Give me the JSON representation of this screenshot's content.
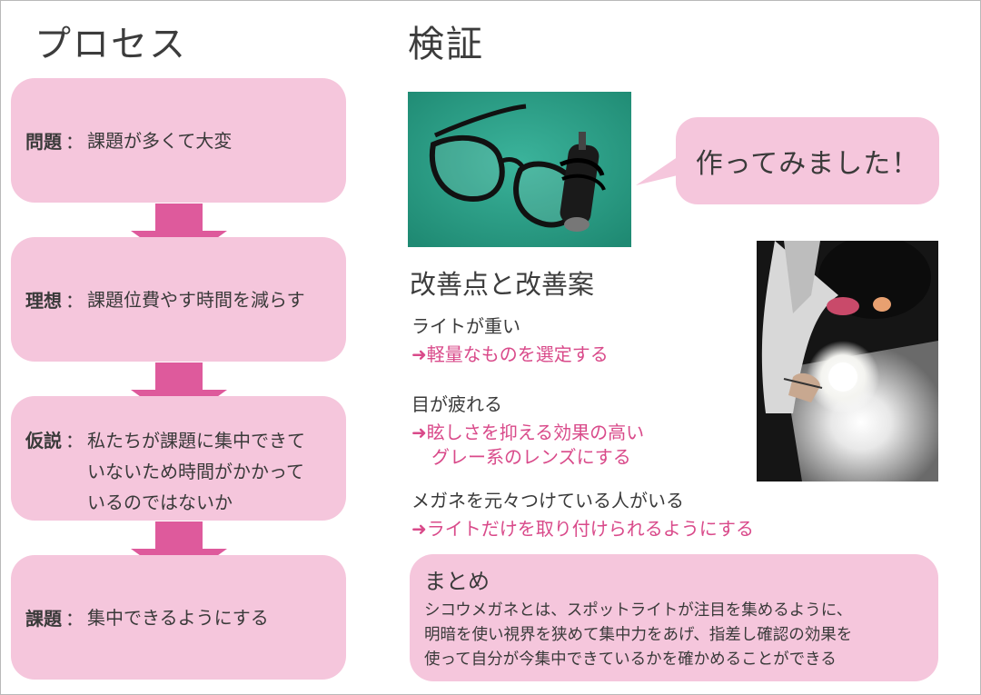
{
  "process": {
    "heading": "プロセス",
    "steps": [
      {
        "label": "問題",
        "colon": "：",
        "text": "課題が多くて大変"
      },
      {
        "label": "理想",
        "colon": "：",
        "text": "課題位費やす時間を減らす"
      },
      {
        "label": "仮説",
        "colon": "：",
        "lines": [
          "私たちが課題に集中できて",
          "いないため時間がかかって",
          "いるのではないか"
        ]
      },
      {
        "label": "課題",
        "colon": "：",
        "text": "集中できるようにする"
      }
    ]
  },
  "verification": {
    "heading": "検証",
    "bubble": "作ってみました！",
    "improvements_title": "改善点と改善案",
    "items": [
      {
        "problem": "ライトが重い",
        "solution_lines": [
          "➜軽量なものを選定する"
        ]
      },
      {
        "problem": "目が疲れる",
        "solution_lines": [
          "➜眩しさを抑える効果の高い",
          "グレー系のレンズにする"
        ]
      },
      {
        "problem": "メガネを元々つけている人がいる",
        "solution_lines": [
          "➜ライトだけを取り付けられるようにする"
        ]
      }
    ],
    "summary": {
      "title": "まとめ",
      "lines": [
        "シコウメガネとは、スポットライトが注目を集めるように、",
        "明暗を使い視界を狭めて集中力をあげ、指差し確認の効果を",
        "使って自分が今集中できているかを確かめることができる"
      ]
    }
  },
  "colors": {
    "box": "#f5c6dc",
    "arrow": "#de5a9c",
    "accent_text": "#d94a8a",
    "photo_bg": "#2a9e86"
  }
}
